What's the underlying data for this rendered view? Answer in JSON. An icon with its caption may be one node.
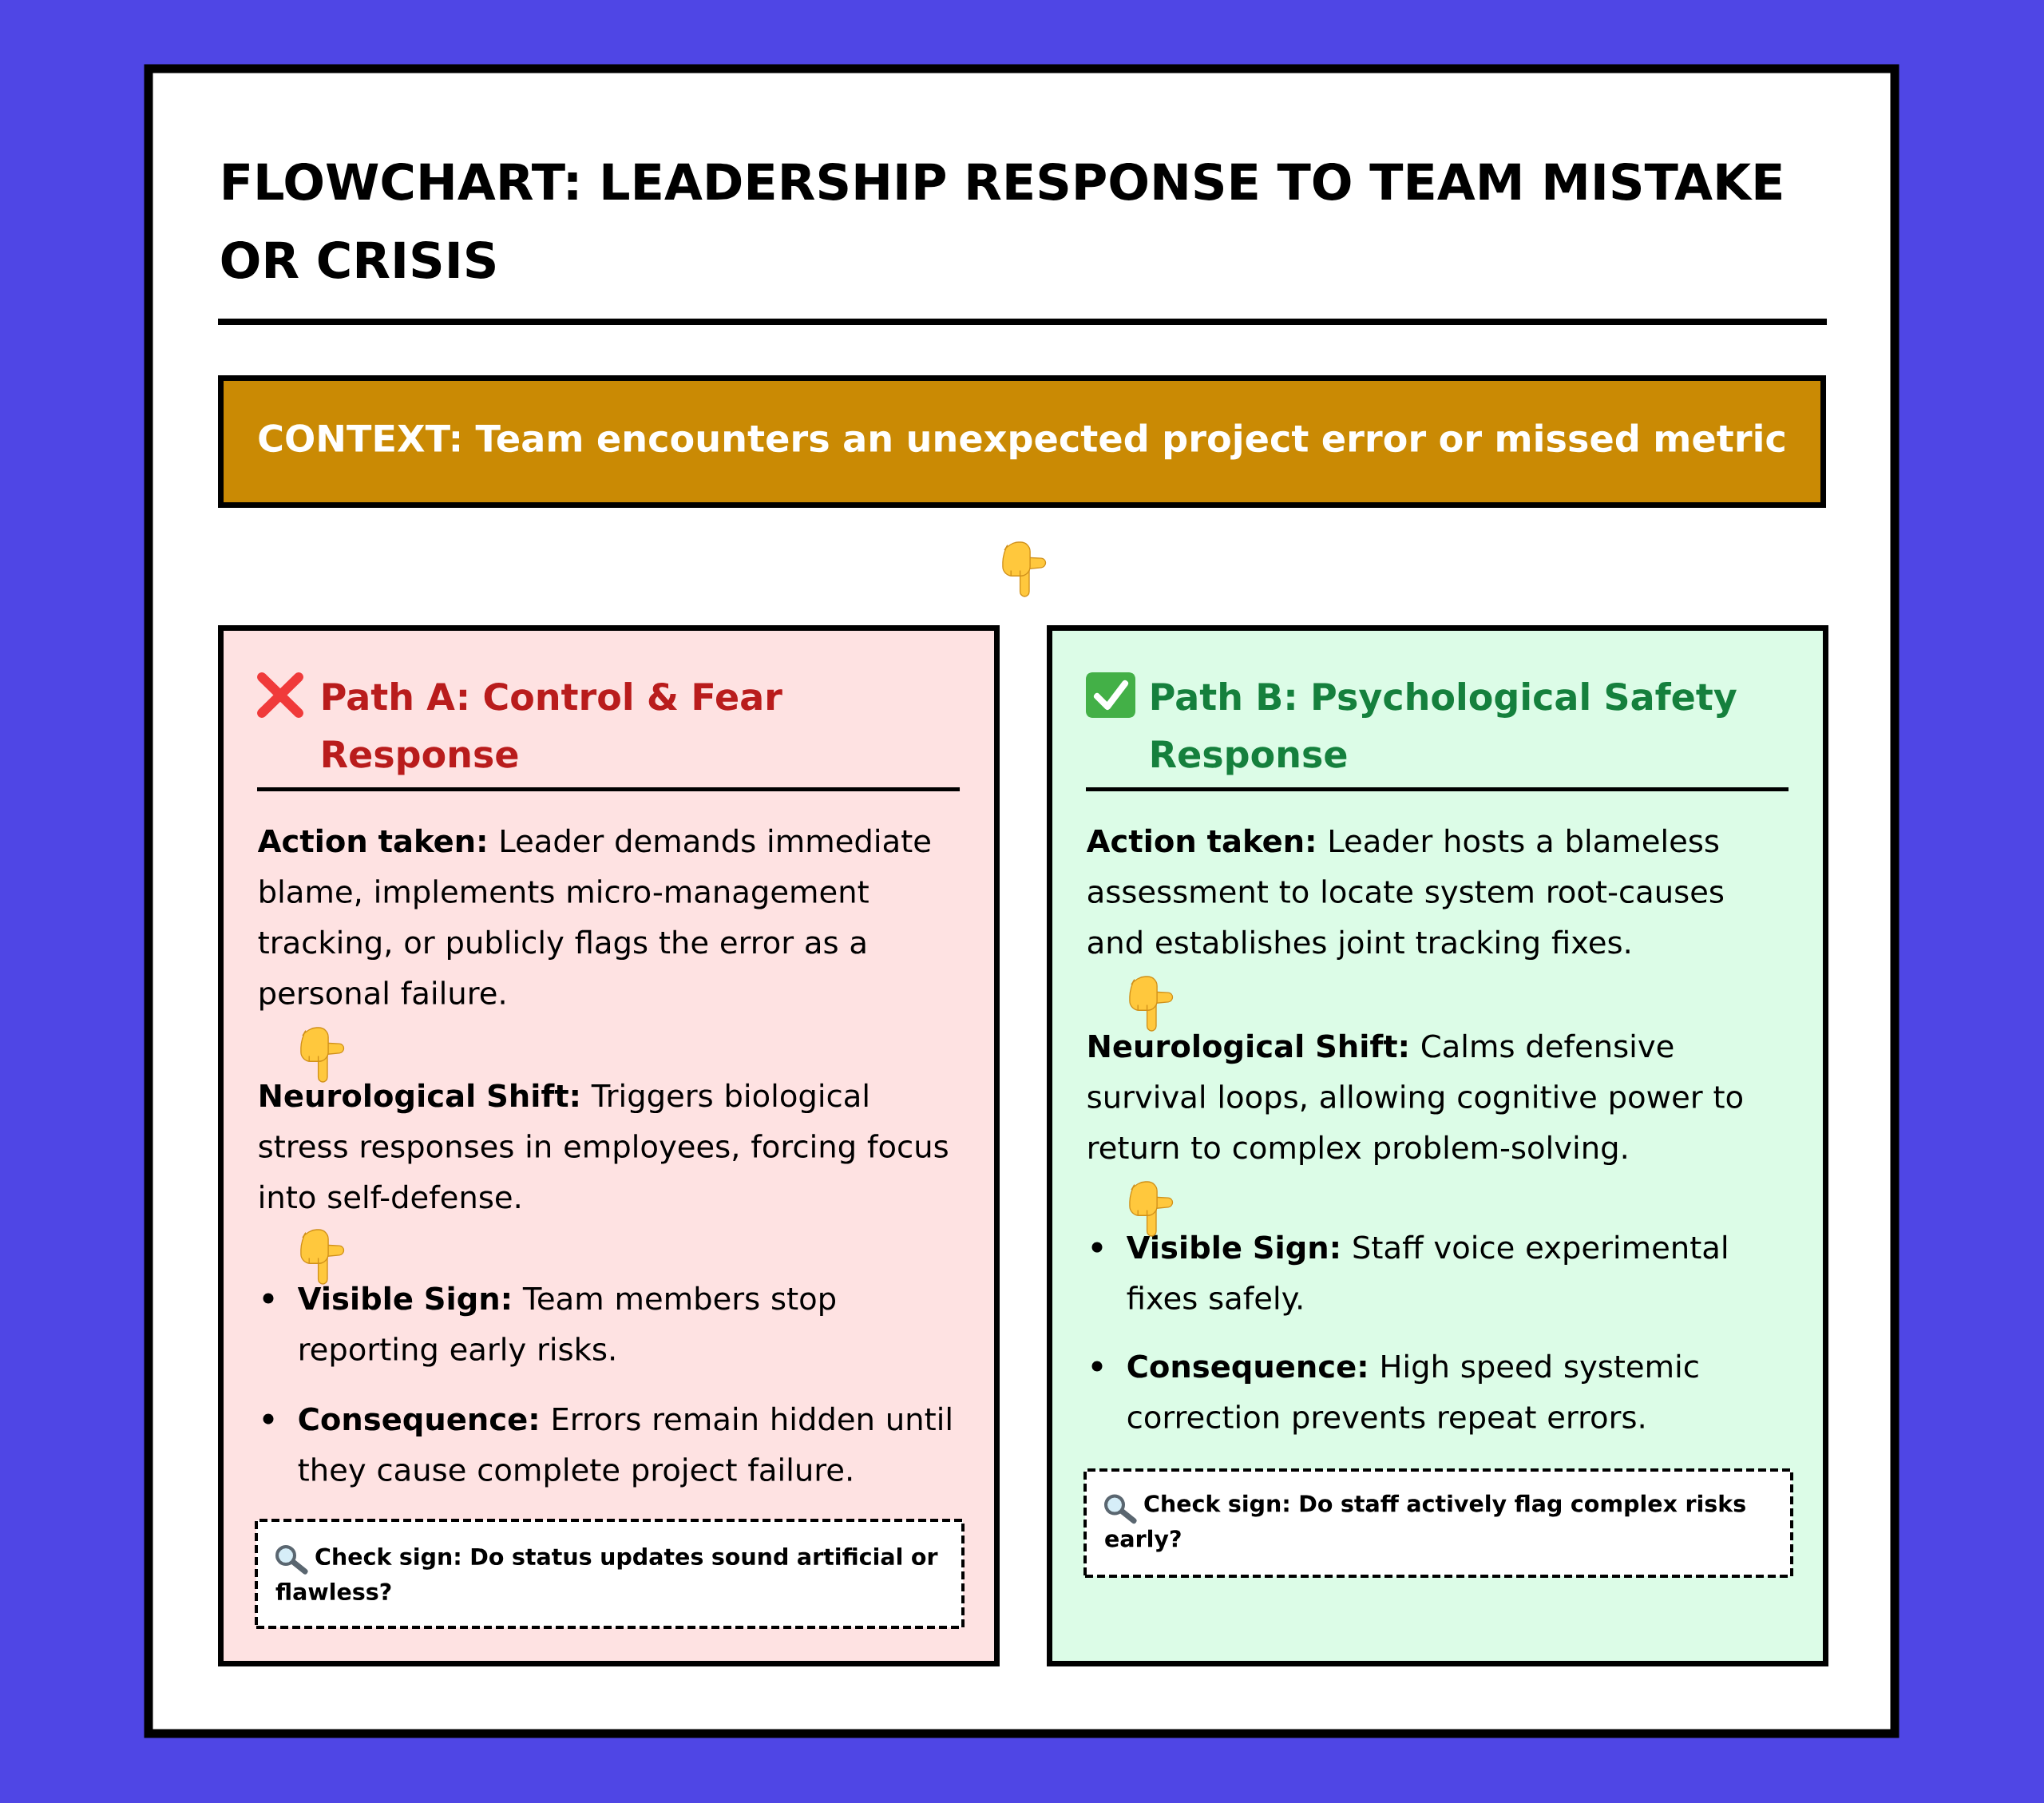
{
  "diagram": {
    "title": "FLOWCHART: LEADERSHIP RESPONSE TO TEAM MISTAKE OR CRISIS",
    "nodes": [
      {
        "text": [
          "CONTEXT: Team encounters an unexpected project error or missed metric"
        ]
      },
      {
        "text": [
          "Path A: Control & Fear Response",
          "**Action taken:** Leader demands immediate blame, implements micro-management tracking, or publicly flags the error as a personal failure.",
          "**Neurological Shift:** Triggers biological stress responses in employees, forcing focus into self-defense.",
          "**Visible Sign:** Team members stop reporting early risks.",
          "**Consequence:** Errors remain hidden until they cause complete project failure."
        ]
      },
      {
        "text": [
          "Check sign: Do status updates sound artificial or flawless?"
        ],
        "in": 1
      },
      {
        "text": [
          "Path B: Psychological Safety Response",
          "**Action taken:** Leader hosts a blameless assessment to locate system root-causes and establishes joint tracking fixes.",
          "**Neurological Shift:** Calms defensive survival loops, allowing cognitive power to return to complex problem-solving.",
          "**Visible Sign:** Staff voice experimental fixes safely.",
          "**Consequence:** High speed systemic correction prevents repeat errors."
        ]
      },
      {
        "text": [
          "Check sign: Do staff actively flag complex risks early?"
        ],
        "in": 3
      }
    ]
  }
}
